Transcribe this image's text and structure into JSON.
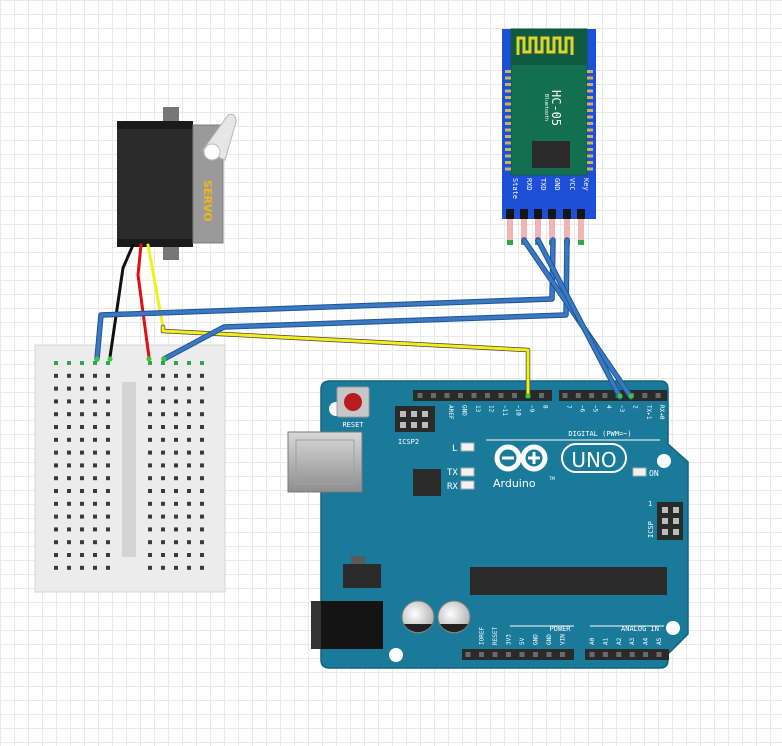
{
  "colors": {
    "board": "#1a7a9a",
    "board_edge": "#11627d",
    "header": "#2a2a2a",
    "wire_blue": "#3a78c4",
    "wire_yellow": "#f4ee1a",
    "wire_red": "#e01010",
    "wire_black": "#111111",
    "breadboard": "#ececec",
    "bt_board": "#1e4fd8",
    "bt_chip": "#126f4f",
    "servo_body": "#2b2b2b",
    "servo_label": "#f2b516"
  },
  "servo": {
    "label": "SERVO"
  },
  "bluetooth": {
    "model": "HC-05",
    "sublabel": "Bluetooth",
    "pins": [
      "State",
      "RXD",
      "TXD",
      "GND",
      "VCC",
      "Key"
    ]
  },
  "arduino": {
    "reset_label": "RESET",
    "icsp2_label": "ICSP2",
    "icsp_label": "ICSP",
    "icsp_pin1": "1",
    "l_label": "L",
    "tx_label": "TX",
    "rx_label": "RX",
    "on_label": "ON",
    "brand_text": "Arduino",
    "tm": "TM",
    "model": "UNO",
    "digital_label": "DIGITAL (PWM=~)",
    "power_label": "POWER",
    "analog_label": "ANALOG IN",
    "digital_pins": [
      "AREF",
      "GND",
      "13",
      "12",
      "~11",
      "~10",
      "~9",
      "8",
      "7",
      "~6",
      "~5",
      "4",
      "~3",
      "2",
      "TX▸1",
      "RX◂0"
    ],
    "power_pins": [
      "IOREF",
      "RESET",
      "3V3",
      "5V",
      "GND",
      "GND",
      "VIN"
    ],
    "analog_pins": [
      "A0",
      "A1",
      "A2",
      "A3",
      "A4",
      "A5"
    ]
  }
}
